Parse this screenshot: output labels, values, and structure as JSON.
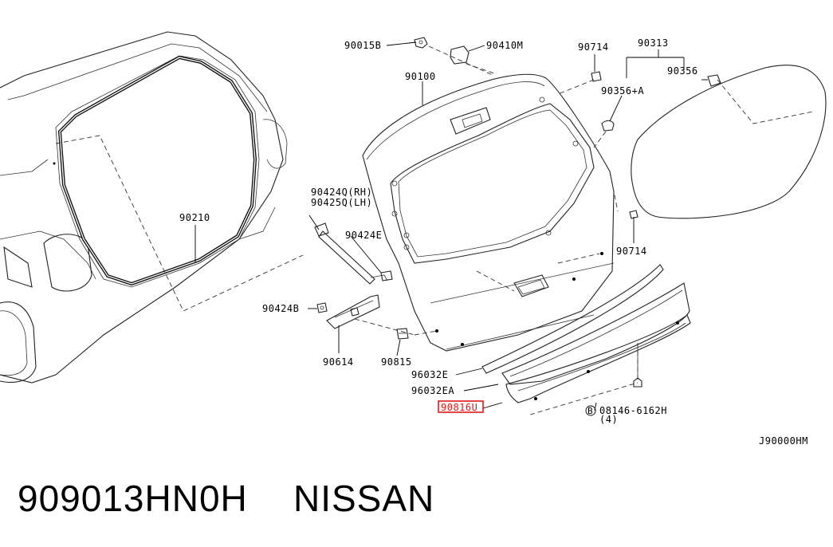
{
  "labels": {
    "l90015B": "90015B",
    "l90410M": "90410M",
    "l90714a": "90714",
    "l90313": "90313",
    "l90100": "90100",
    "l90356": "90356",
    "l90356A": "90356+A",
    "l90210": "90210",
    "l90424Q": "90424Q(RH)",
    "l90425Q": "90425Q(LH)",
    "l90424E": "90424E",
    "l90714b": "90714",
    "l90424B": "90424B",
    "l90614": "90614",
    "l90815": "90815",
    "l96032E": "96032E",
    "l96032EA": "96032EA",
    "l90816U": "90816U",
    "lBolt": "08146-6162H",
    "lBoltSym": "B",
    "lQty": "(4)",
    "lCode": "J90000HM"
  },
  "footer": {
    "part_number": "909013HN0H",
    "brand": "NISSAN"
  },
  "highlight_color": "#e01818"
}
